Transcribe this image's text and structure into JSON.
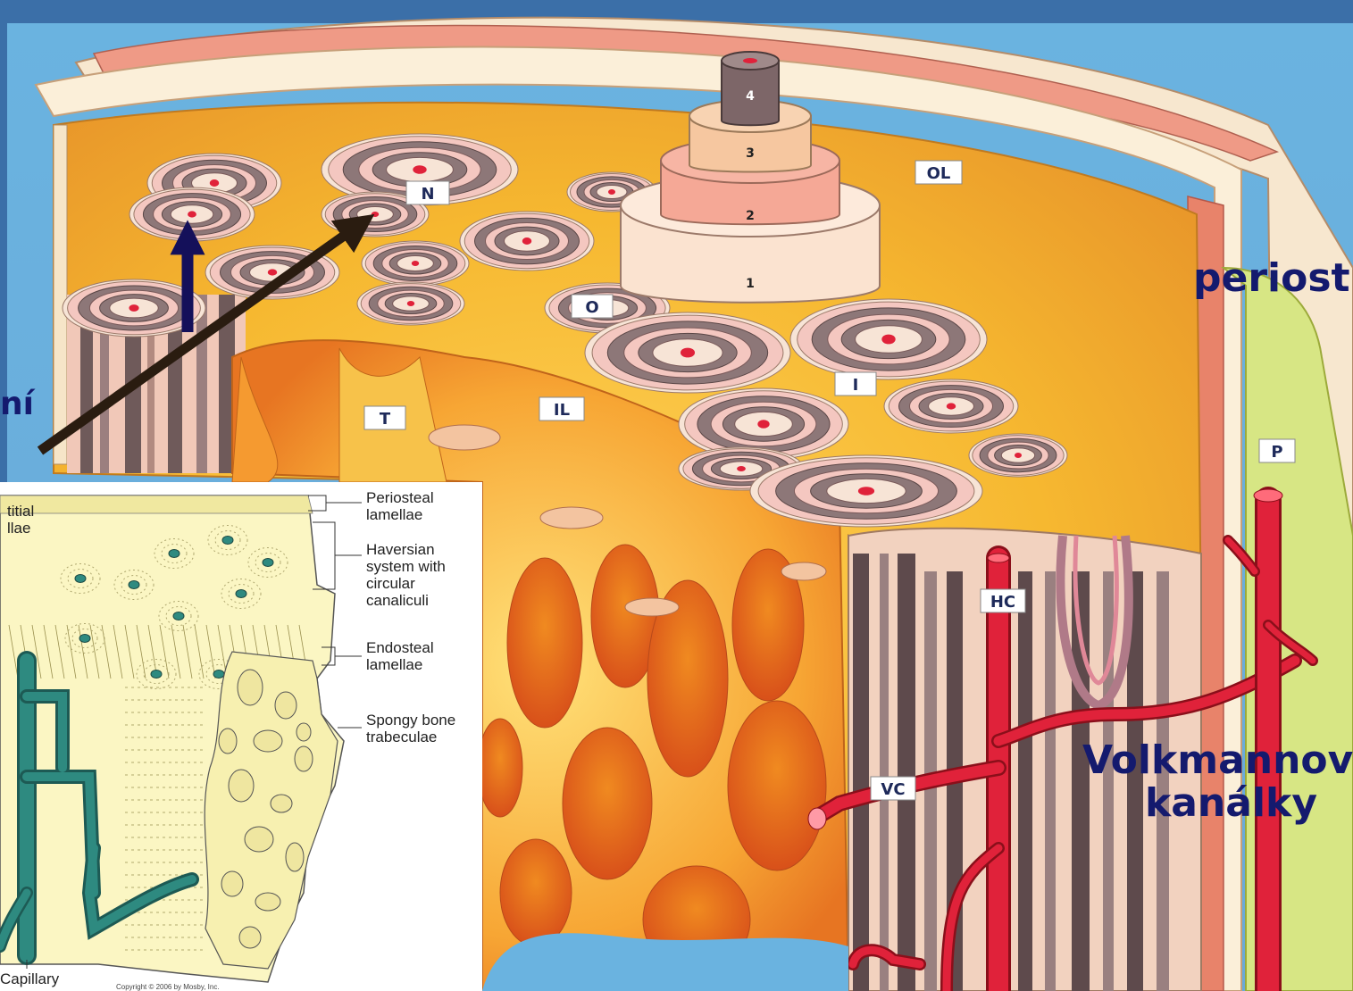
{
  "main_diagram": {
    "tier_numbers": [
      "4",
      "3",
      "2",
      "1"
    ],
    "tags": {
      "N": "N",
      "OL": "OL",
      "O": "O",
      "I": "I",
      "T": "T",
      "IL": "IL",
      "P": "P",
      "HC": "HC",
      "VC": "VC"
    }
  },
  "overlay_labels": {
    "periost": "periost",
    "volkmann_line1": "Volkmannov",
    "volkmann_line2": "kanálky",
    "cut_text": "ní"
  },
  "inset": {
    "labels": {
      "interstitial_1": "titial",
      "interstitial_2": "llae",
      "periosteal_1": "Periosteal",
      "periosteal_2": "lamellae",
      "haversian_1": "Haversian",
      "haversian_2": "system with",
      "haversian_3": "circular",
      "haversian_4": "canaliculi",
      "endosteal_1": "Endosteal",
      "endosteal_2": "lamellae",
      "spongy_1": "Spongy bone",
      "spongy_2": "trabeculae",
      "capillary": "Capillary",
      "copyright": "Copyright © 2006 by Mosby, Inc."
    }
  },
  "colors": {
    "background": "#3b6fa8",
    "bone_yellow": "#f6b830",
    "vessel_red": "#e0223a",
    "label_navy": "#141a6e",
    "inset_bg": "#fbf6c3",
    "capillary_teal": "#2e8a80"
  }
}
